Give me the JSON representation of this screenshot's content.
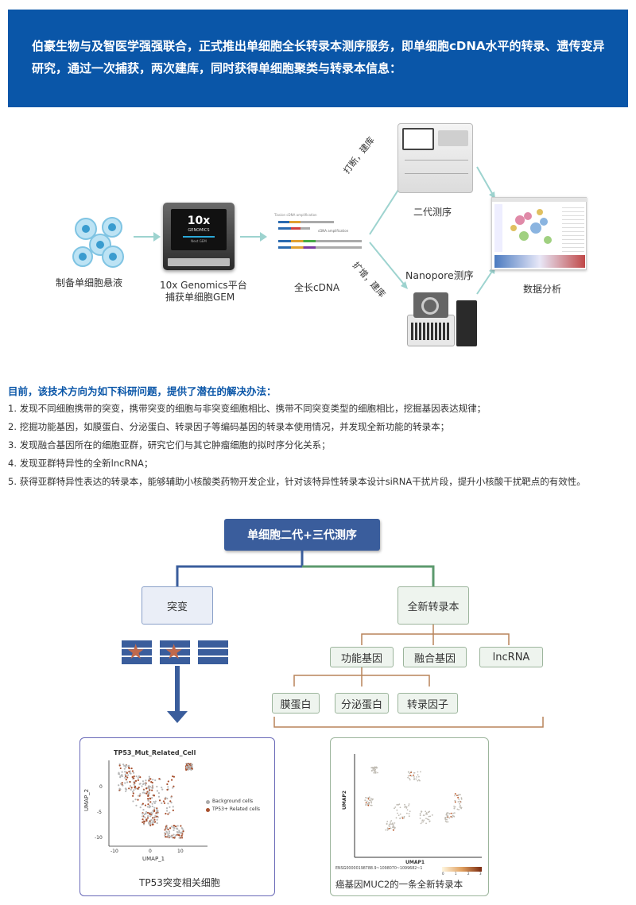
{
  "banner": {
    "text": "伯豪生物与及智医学强强联合，正式推出单细胞全长转录本测序服务，即单细胞cDNA水平的转录、遗传变异研究，通过一次捕获，两次建库，同时获得单细胞聚类与转录本信息："
  },
  "workflow": {
    "step1": "制备单细胞悬液",
    "step2_l1": "10x Genomics平台",
    "step2_l2": "捕获单细胞GEM",
    "step3": "全长cDNA",
    "step3_small_title": "Tiasion cDNA amplification",
    "step3_small_label": "cDNA amplification",
    "up_arrow": "打断，建库",
    "down_arrow": "扩增，建库",
    "ngs": "二代测序",
    "nanopore": "Nanopore测序",
    "analysis": "数据分析",
    "device_text": "10x",
    "device_sub": "GENOMICS",
    "device_sub2": "Next GEM"
  },
  "intro": "目前，该技术方向为如下科研问题，提供了潜在的解决办法：",
  "list": [
    "1. 发现不同细胞携带的突变，携带突变的细胞与非突变细胞相比、携带不同突变类型的细胞相比，挖掘基因表达规律；",
    "2. 挖掘功能基因，如膜蛋白、分泌蛋白、转录因子等编码基因的转录本使用情况，并发现全新功能的转录本；",
    "3. 发现融合基因所在的细胞亚群，研究它们与其它肿瘤细胞的拟时序分化关系；",
    "4. 发现亚群特异性的全新lncRNA；",
    "5. 获得亚群特异性表达的转录本，能够辅助小核酸类药物开发企业，针对该特异性转录本设计siRNA干扰片段，提升小核酸干扰靶点的有效性。"
  ],
  "tree": {
    "root": "单细胞二代+三代测序",
    "mutation": "突变",
    "novel": "全新转录本",
    "functional": "功能基因",
    "fusion": "融合基因",
    "lncrna": "lncRNA",
    "membrane": "膜蛋白",
    "secreted": "分泌蛋白",
    "tf": "转录因子"
  },
  "plot1": {
    "title": "TP53_Mut_Related_Cell",
    "xlabel": "UMAP_1",
    "ylabel": "UMAP_2",
    "yticks": [
      "0",
      "-5",
      "-10"
    ],
    "xticks": [
      "-10",
      "0",
      "10"
    ],
    "legend_bg": "Background cells",
    "legend_tp53": "TP53+ Related cells",
    "caption": "TP53突变相关细胞"
  },
  "plot2": {
    "xlabel": "UMAP1",
    "ylabel": "UMAP2",
    "gene": "ENSG00000198788.9~1098070~1099682~1",
    "scale": [
      "0",
      "1",
      "2",
      "3"
    ],
    "caption": "癌基因MUC2的一条全新转录本"
  },
  "colors": {
    "brand": "#0a56a8",
    "tree_blue": "#3a5d9c",
    "tree_green": "#5c9a6e",
    "bracket": "#b8845a",
    "star": "#c0694c"
  }
}
